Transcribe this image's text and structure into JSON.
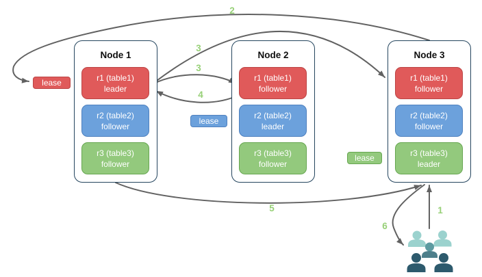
{
  "diagram": {
    "nodes": [
      {
        "title": "Node 1",
        "replicas": [
          {
            "name": "r1 (table1)",
            "role": "leader",
            "color": "red"
          },
          {
            "name": "r2 (table2)",
            "role": "follower",
            "color": "blue"
          },
          {
            "name": "r3 (table3)",
            "role": "follower",
            "color": "green"
          }
        ]
      },
      {
        "title": "Node 2",
        "replicas": [
          {
            "name": "r1 (table1)",
            "role": "follower",
            "color": "red"
          },
          {
            "name": "r2 (table2)",
            "role": "leader",
            "color": "blue"
          },
          {
            "name": "r3 (table3)",
            "role": "follower",
            "color": "green"
          }
        ]
      },
      {
        "title": "Node 3",
        "replicas": [
          {
            "name": "r1 (table1)",
            "role": "follower",
            "color": "red"
          },
          {
            "name": "r2 (table2)",
            "role": "follower",
            "color": "blue"
          },
          {
            "name": "r3 (table3)",
            "role": "leader",
            "color": "green"
          }
        ]
      }
    ],
    "leases": [
      {
        "label": "lease",
        "color": "red"
      },
      {
        "label": "lease",
        "color": "blue"
      },
      {
        "label": "lease",
        "color": "green"
      }
    ],
    "steps": [
      {
        "text": "1"
      },
      {
        "text": "2"
      },
      {
        "text": "3"
      },
      {
        "text": "3"
      },
      {
        "text": "4"
      },
      {
        "text": "5"
      },
      {
        "text": "6"
      }
    ],
    "icons": {
      "users": "users-icon"
    },
    "colors": {
      "replica_red": "#e05a5a",
      "replica_red_border": "#bb4545",
      "replica_blue": "#6ca1dc",
      "replica_blue_border": "#4e80be",
      "replica_green": "#93c97d",
      "replica_green_border": "#66a650",
      "node_border": "#23445d",
      "arrow": "#616161",
      "step_label": "#97d077",
      "users_light": "#9bd2ce",
      "users_medium_head": "#5c9ba1",
      "users_medium_torso": "#4e7f8b",
      "users_dark": "#2d5a6d"
    }
  }
}
